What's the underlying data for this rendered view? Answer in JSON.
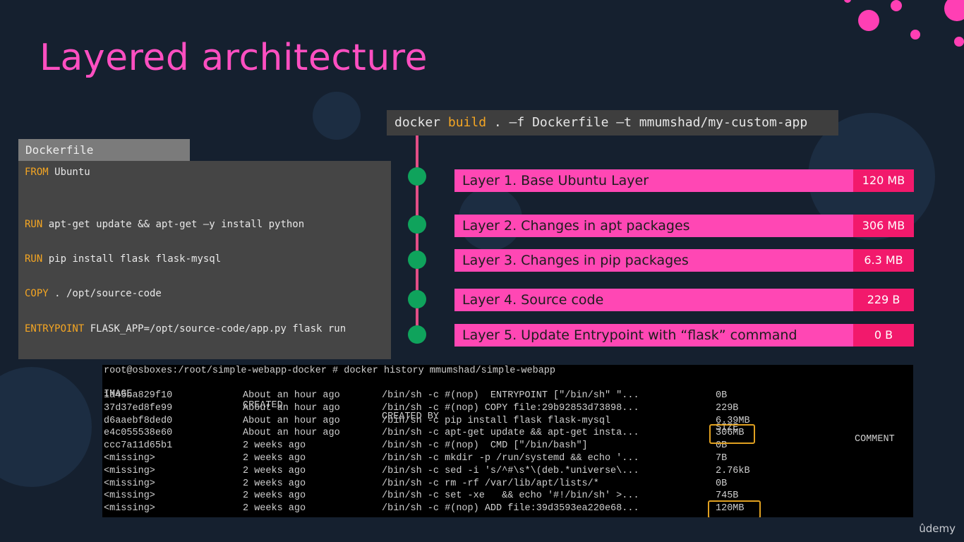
{
  "slide": {
    "title": "Layered architecture",
    "command": {
      "prefix": "docker ",
      "keyword": "build",
      "rest": " . –f Dockerfile –t mmumshad/my-custom-app"
    },
    "brand": "ûdemy"
  },
  "dockerfile": {
    "tab_label": "Dockerfile",
    "lines": [
      {
        "keyword": "FROM",
        "text": " Ubuntu"
      },
      {
        "keyword": "RUN",
        "text": " apt-get update && apt-get –y install python"
      },
      {
        "keyword": "RUN",
        "text": " pip install flask flask-mysql"
      },
      {
        "keyword": "COPY",
        "text": " . /opt/source-code"
      },
      {
        "keyword": "ENTRYPOINT",
        "text": " FLASK_APP=/opt/source-code/app.py flask run"
      }
    ]
  },
  "layers": [
    {
      "label": "Layer 1. Base Ubuntu Layer",
      "size": "120 MB"
    },
    {
      "label": "Layer 2. Changes in apt packages",
      "size": "306 MB"
    },
    {
      "label": "Layer 3. Changes in pip packages",
      "size": "6.3 MB"
    },
    {
      "label": "Layer 4. Source code",
      "size": "229 B"
    },
    {
      "label": "Layer 5. Update Entrypoint with “flask” command",
      "size": "0 B"
    }
  ],
  "terminal": {
    "prompt": "root@osboxes:/root/simple-webapp-docker # docker history mmumshad/simple-webapp",
    "headers": [
      "IMAGE",
      "CREATED",
      "CREATED BY",
      "SIZE",
      "COMMENT"
    ],
    "rows": [
      [
        "1a45ba829f10",
        "About an hour ago",
        "/bin/sh -c #(nop)  ENTRYPOINT [\"/bin/sh\" \"...",
        "0B"
      ],
      [
        "37d37ed8fe99",
        "About an hour ago",
        "/bin/sh -c #(nop) COPY file:29b92853d73898...",
        "229B"
      ],
      [
        "d6aaebf8ded0",
        "About an hour ago",
        "/bin/sh -c pip install flask flask-mysql",
        "6.39MB"
      ],
      [
        "e4c055538e60",
        "About an hour ago",
        "/bin/sh -c apt-get update && apt-get insta...",
        "306MB"
      ],
      [
        "ccc7a11d65b1",
        "2 weeks ago",
        "/bin/sh -c #(nop)  CMD [\"/bin/bash\"]",
        "0B"
      ],
      [
        "<missing>",
        "2 weeks ago",
        "/bin/sh -c mkdir -p /run/systemd && echo '...",
        "7B"
      ],
      [
        "<missing>",
        "2 weeks ago",
        "/bin/sh -c sed -i 's/^#\\s*\\(deb.*universe\\...",
        "2.76kB"
      ],
      [
        "<missing>",
        "2 weeks ago",
        "/bin/sh -c rm -rf /var/lib/apt/lists/*",
        "0B"
      ],
      [
        "<missing>",
        "2 weeks ago",
        "/bin/sh -c set -xe   && echo '#!/bin/sh' >...",
        "745B"
      ],
      [
        "<missing>",
        "2 weeks ago",
        "/bin/sh -c #(nop) ADD file:39d3593ea220e68...",
        "120MB"
      ]
    ]
  },
  "colors": {
    "accent_pink": "#ff47b4",
    "size_red": "#f2196c",
    "node_green": "#0fa35c",
    "keyword_orange": "#f5a623",
    "highlight_box": "#e0a020"
  }
}
